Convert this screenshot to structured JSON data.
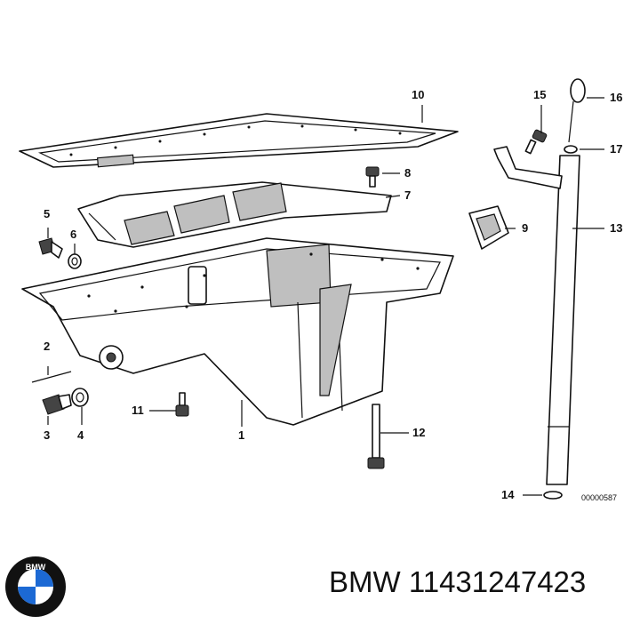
{
  "callouts": [
    "1",
    "2",
    "3",
    "4",
    "5",
    "6",
    "7",
    "8",
    "9",
    "10",
    "11",
    "12",
    "13",
    "14",
    "15",
    "16",
    "17"
  ],
  "drawing_ref": "00000587",
  "logo_text": "BMW",
  "caption": "BMW 11431247423",
  "colors": {
    "line": "#111111",
    "shade": "#bfbfbf",
    "logo_blue": "#1c69d4"
  }
}
